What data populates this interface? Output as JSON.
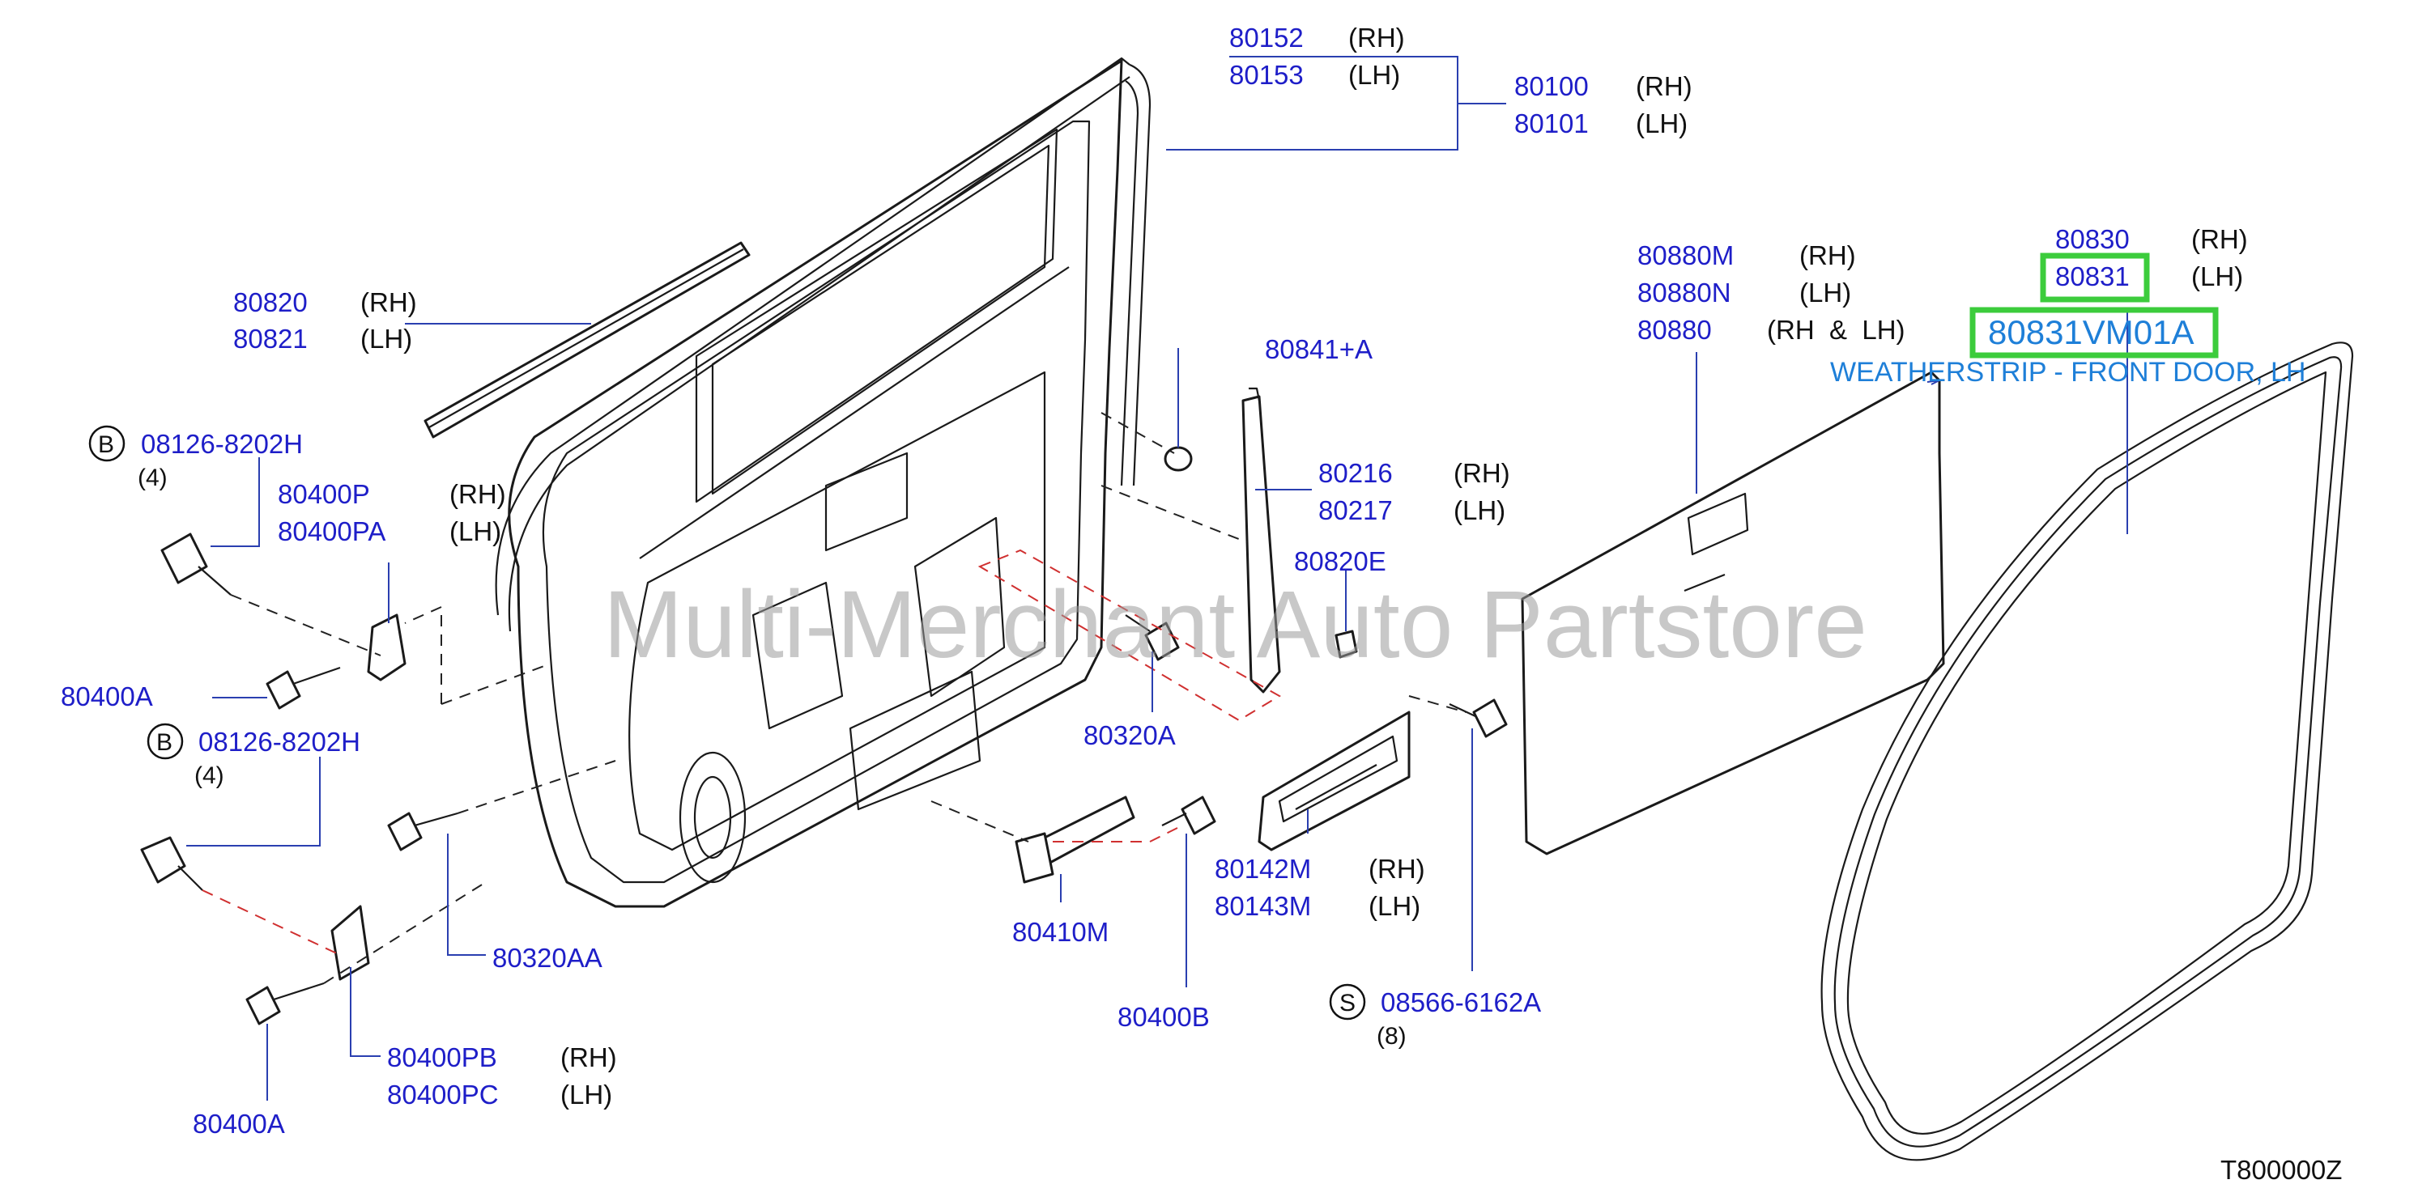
{
  "labels": {
    "l_80152": "80152",
    "l_80153": "80153",
    "l_80100": "80100",
    "l_80101": "80101",
    "l_80820": "80820",
    "l_80821": "80821",
    "l_08126_a": "08126-8202H",
    "l_08126_b": "08126-8202H",
    "l_80400P": "80400P",
    "l_80400PA": "80400PA",
    "l_80400A_a": "80400A",
    "l_80400A_b": "80400A",
    "l_80841A": "80841+A",
    "l_80216": "80216",
    "l_80217": "80217",
    "l_80820E": "80820E",
    "l_80320A": "80320A",
    "l_80320AA": "80320AA",
    "l_80410M": "80410M",
    "l_80400B": "80400B",
    "l_80142M": "80142M",
    "l_80143M": "80143M",
    "l_08566": "08566-6162A",
    "l_80400PB": "80400PB",
    "l_80400PC": "80400PC",
    "l_80880M": "80880M",
    "l_80880N": "80880N",
    "l_80880": "80880",
    "l_80830": "80830",
    "l_80831": "80831"
  },
  "sides": {
    "rh": "(RH)",
    "lh": "(LH)",
    "rh_and_lh": "(RH  &  LH)"
  },
  "quantities": {
    "q4_a": "(4)",
    "q4_b": "(4)",
    "q8": "(8)"
  },
  "circles": {
    "b1": "B",
    "b2": "B",
    "s1": "S"
  },
  "highlight": {
    "part_number": "80831VM01A",
    "description": "WEATHERSTRIP - FRONT DOOR, LH",
    "box_color": "#3ccc3c"
  },
  "diagram_ref": "T800000Z",
  "watermark": "Multi-Merchant Auto Partstore",
  "colors": {
    "part_number": "#1e1ec8",
    "highlight_text": "#1e7fd8",
    "leader": "#2a3fb0"
  }
}
